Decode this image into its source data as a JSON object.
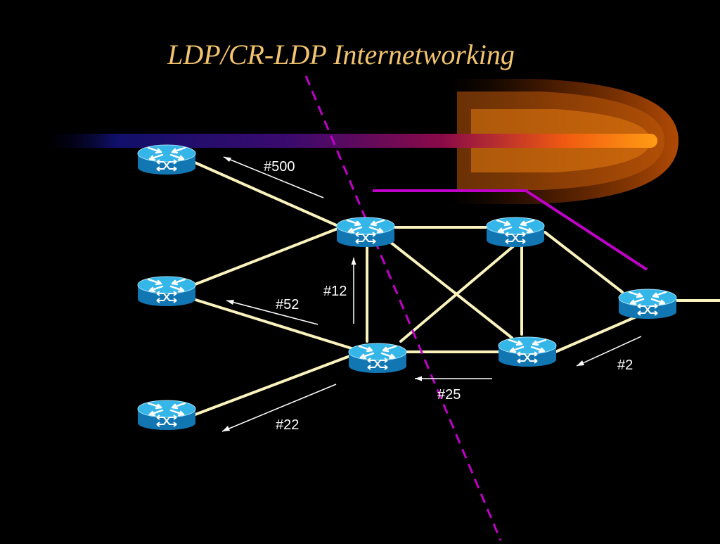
{
  "slide": {
    "title": "LDP/CR-LDP Internetworking",
    "title_color": "#f3c46e",
    "background": "#000000"
  },
  "colors": {
    "link": "#fbf3bd",
    "boundary": "#c000c8",
    "path": "#c000c8",
    "router_top": "#35b6e8",
    "router_side": "#1276b3",
    "router_icon": "#ffffff",
    "label": "#ffffff"
  },
  "labels": {
    "l500": "#500",
    "l52": "#52",
    "l12": "#12",
    "l22": "#22",
    "l25": "#25",
    "l2": "#2"
  },
  "icons": {
    "router": "router-icon",
    "comet": "comet-graphic"
  }
}
